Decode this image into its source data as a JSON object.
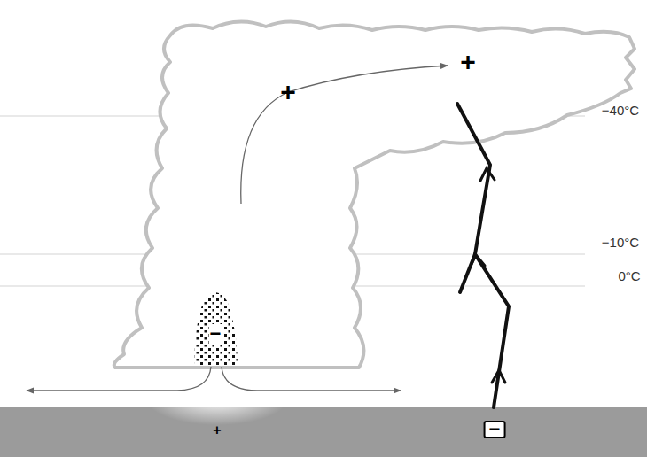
{
  "diagram": {
    "labels": [
      "+",
      "+",
      "−40°C",
      "−10°C",
      "0°C",
      "−",
      "+",
      "−"
    ]
  }
}
